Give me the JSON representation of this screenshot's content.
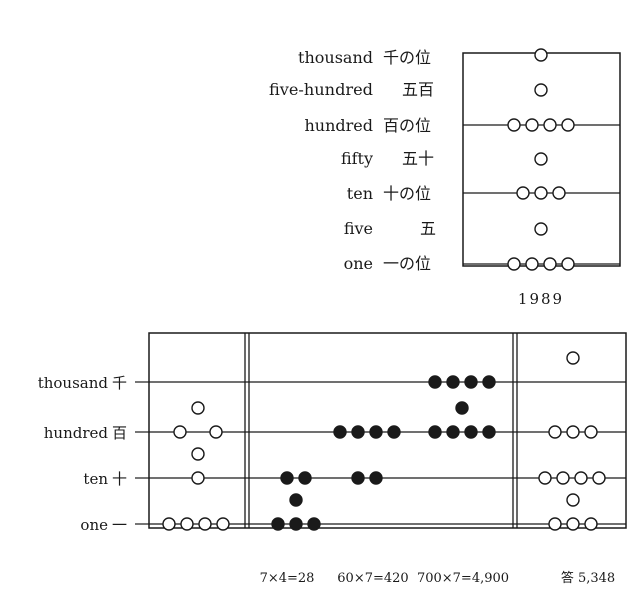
{
  "top_figure": {
    "rows": [
      {
        "en": "thousand",
        "jp": "千の位",
        "count": 1,
        "rod": false
      },
      {
        "en": "five-hundred",
        "jp": "五百",
        "count": 1,
        "rod": false
      },
      {
        "en": "hundred",
        "jp": "百の位",
        "count": 4,
        "rod": true
      },
      {
        "en": "fifty",
        "jp": "五十",
        "count": 1,
        "rod": false
      },
      {
        "en": "ten",
        "jp": "十の位",
        "count": 3,
        "rod": true
      },
      {
        "en": "five",
        "jp": "五",
        "count": 1,
        "rod": false
      },
      {
        "en": "one",
        "jp": "一の位",
        "count": 4,
        "rod": true
      }
    ],
    "caption": "1989"
  },
  "bottom_figure": {
    "rows": [
      {
        "en": "thousand",
        "jp": "千"
      },
      {
        "en": "hundred",
        "jp": "百"
      },
      {
        "en": "ten",
        "jp": "十"
      },
      {
        "en": "one",
        "jp": "一"
      }
    ],
    "columns": [
      {
        "name": "seven",
        "beads": [
          {
            "row": "hundred",
            "count": 1,
            "fill": "open",
            "above": true
          },
          {
            "row": "hundred",
            "count": 2,
            "fill": "open",
            "above": false
          },
          {
            "row": "ten",
            "count": 1,
            "fill": "open",
            "above": true
          },
          {
            "row": "ten",
            "count": 1,
            "fill": "open",
            "above": false
          },
          {
            "row": "one",
            "count": 4,
            "fill": "open",
            "above": false
          }
        ]
      },
      {
        "name": "partial-products",
        "beads": [
          {
            "row": "ten",
            "count": 2,
            "fill": "solid",
            "group": "a",
            "above": false
          },
          {
            "row": "one",
            "count": 1,
            "fill": "solid",
            "group": "a",
            "above": true
          },
          {
            "row": "one",
            "count": 3,
            "fill": "solid",
            "group": "a",
            "above": false
          },
          {
            "row": "hundred",
            "count": 4,
            "fill": "solid",
            "group": "b",
            "above": false
          },
          {
            "row": "ten",
            "count": 2,
            "fill": "solid",
            "group": "b",
            "above": false
          },
          {
            "row": "thousand",
            "count": 4,
            "fill": "solid",
            "group": "c",
            "above": false
          },
          {
            "row": "hundred",
            "count": 1,
            "fill": "solid",
            "group": "c",
            "above": true
          },
          {
            "row": "hundred",
            "count": 4,
            "fill": "solid",
            "group": "c",
            "above": false
          }
        ]
      },
      {
        "name": "answer",
        "beads": [
          {
            "row": "thousand",
            "count": 1,
            "fill": "open",
            "above": true
          },
          {
            "row": "hundred",
            "count": 3,
            "fill": "open",
            "above": false
          },
          {
            "row": "ten",
            "count": 4,
            "fill": "open",
            "above": false
          },
          {
            "row": "one",
            "count": 1,
            "fill": "open",
            "above": true
          },
          {
            "row": "one",
            "count": 3,
            "fill": "open",
            "above": false
          }
        ]
      }
    ],
    "equations": [
      "7×4=28",
      "60×7=420",
      "700×7=4,900",
      "答 5,348"
    ]
  },
  "colors": {
    "ink": "#1a1a1a",
    "paper": "#ffffff"
  }
}
